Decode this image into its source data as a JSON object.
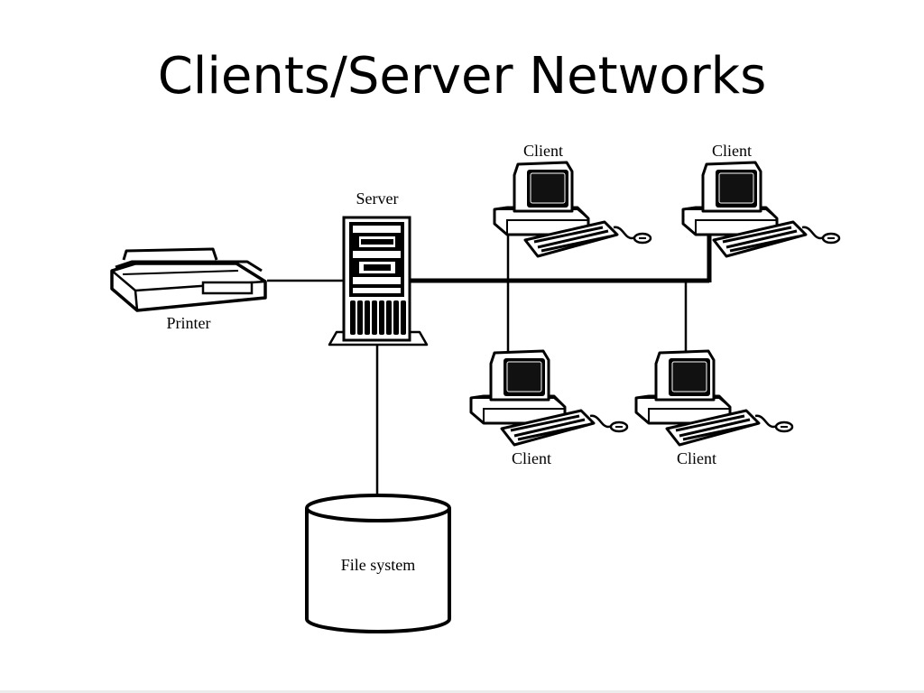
{
  "slide": {
    "title": "Clients/Server Networks"
  },
  "nodes": {
    "server": "Server",
    "printer": "Printer",
    "file_system": "File system",
    "client_top_left": "Client",
    "client_top_right": "Client",
    "client_bottom_left": "Client",
    "client_bottom_right": "Client"
  }
}
